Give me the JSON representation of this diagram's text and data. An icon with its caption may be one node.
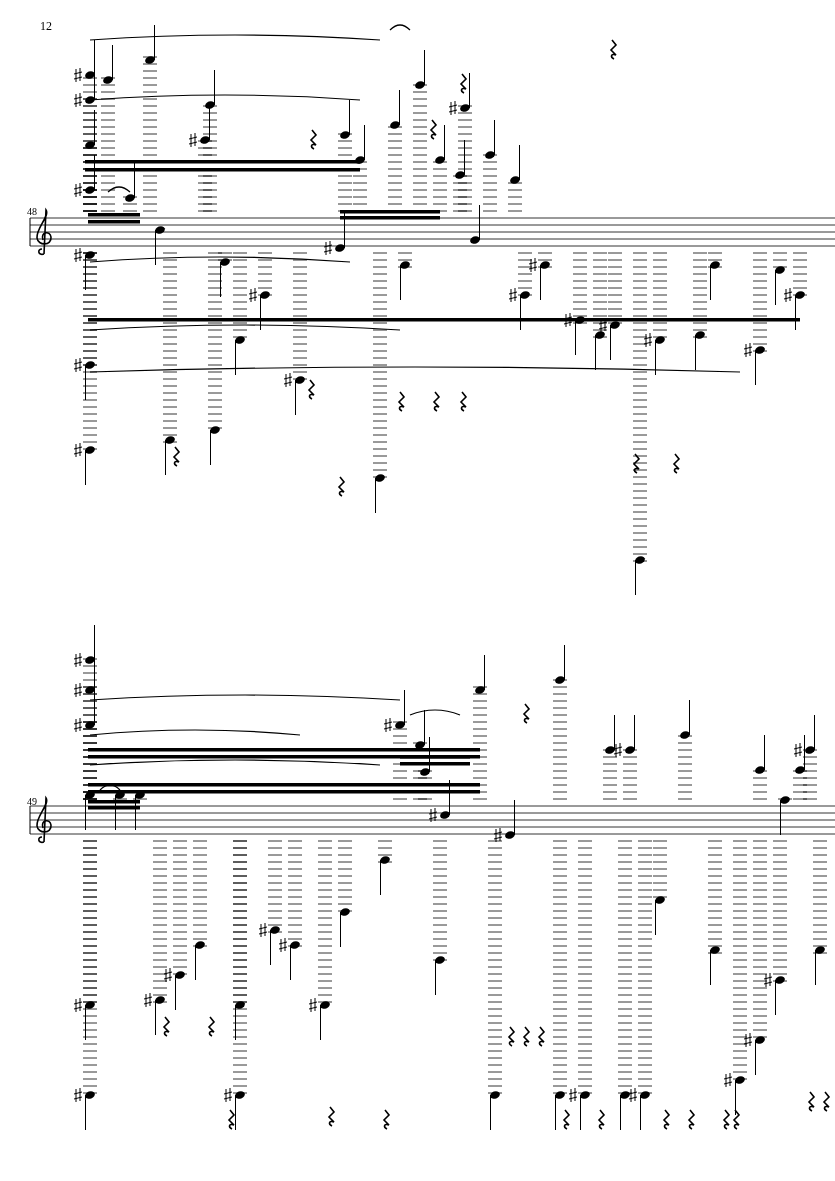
{
  "diagram": {
    "labels": [
      "12",
      "48",
      "49"
    ]
  }
}
